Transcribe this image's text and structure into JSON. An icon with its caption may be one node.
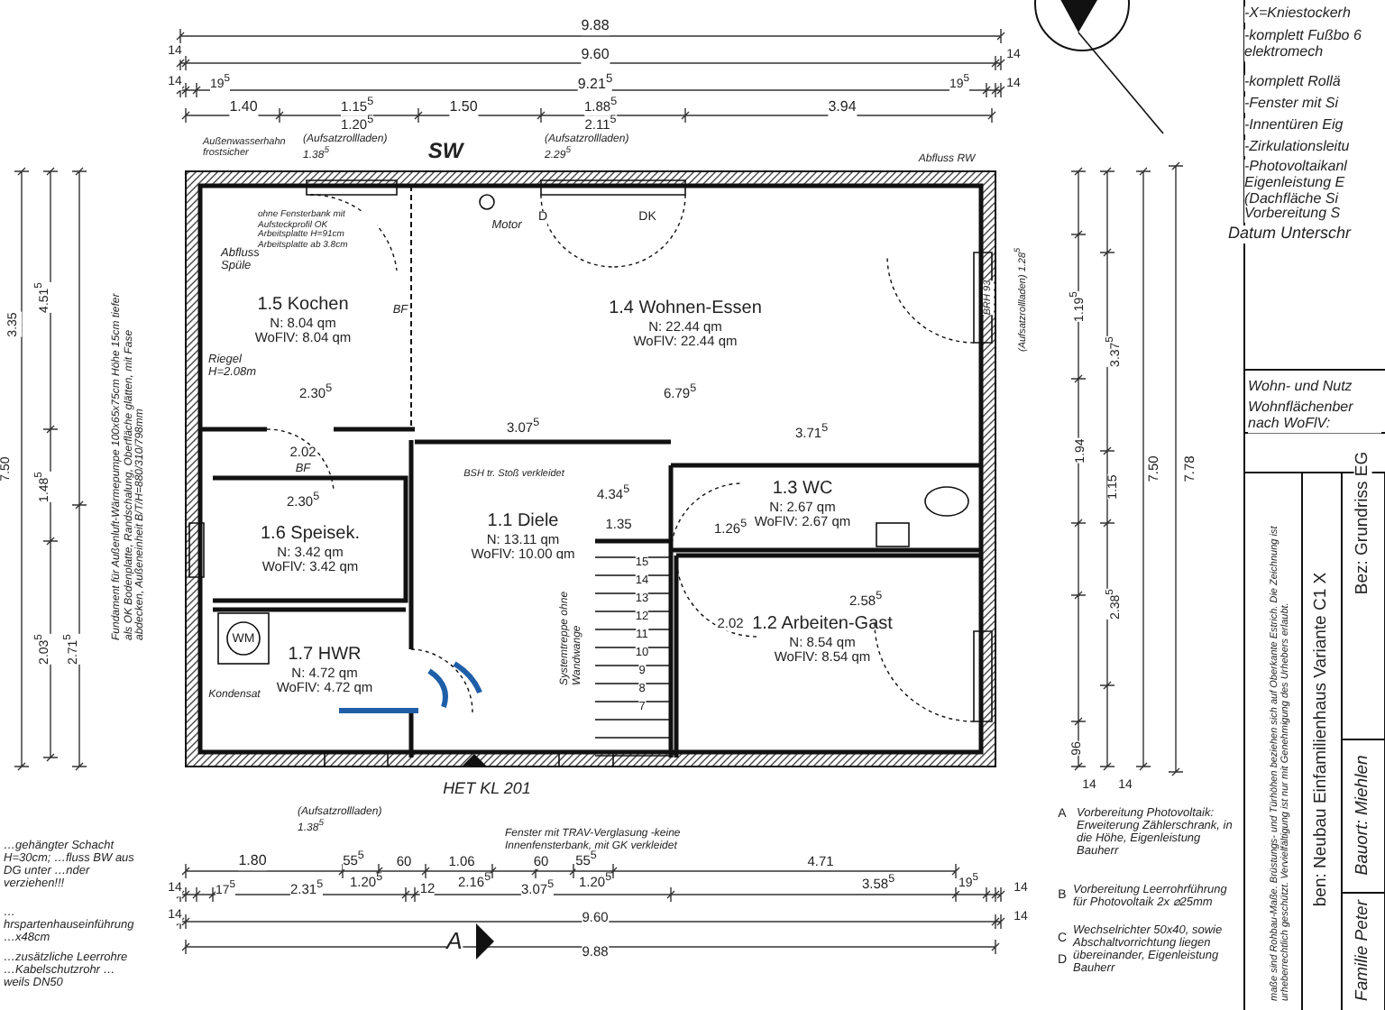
{
  "diagram": {
    "nodes": [
      {
        "text": [
          "1.5 Kochen",
          "N: 8.04 qm",
          "WoFlV: 8.04 qm"
        ]
      },
      {
        "text": [
          "1.4 Wohnen-Essen",
          "N: 22.44 qm",
          "WoFlV: 22.44 qm"
        ]
      },
      {
        "text": [
          "1.6 Speisek.",
          "N: 3.42 qm",
          "WoFlV: 3.42 qm"
        ]
      },
      {
        "text": [
          "1.1 Diele",
          "N: 13.11 qm",
          "WoFlV: 10.00 qm"
        ]
      },
      {
        "text": [
          "1.3 WC",
          "N: 2.67 qm",
          "WoFlV: 2.67 qm"
        ]
      },
      {
        "text": [
          "1.7 HWR",
          "N: 4.72 qm",
          "WoFlV: 4.72 qm"
        ]
      },
      {
        "text": [
          "1.2 Arbeiten-Gast",
          "N: 8.54 qm",
          "WoFlV: 8.54 qm"
        ]
      }
    ],
    "labels": [
      "9.88",
      "14",
      "9.60",
      "14",
      "14",
      "19$^{5}$",
      "9.21$^{5}$",
      "19$^{5}$",
      "14",
      "1.40",
      "1.15$^{5}$",
      "1.20$^{5}$",
      "1.50",
      "1.88$^{5}$",
      "2.11$^{5}$",
      "3.94",
      "Außenwasserhahn frostsicher",
      "(Aufsatzrollladen) 1.38$^{5}$",
      "SW",
      "(Aufsatzrollladen) 2.29$^{5}$",
      "Abfluss RW",
      "Abfluss Spüle",
      "ohne Fensterbank mit Aufsteckprofil OK Arbeitsplatte H=91cm Arbeitsplatte ab 3.8cm",
      "Motor",
      "D",
      "DK",
      "BF",
      "Riegel H=2.08m",
      "BRH 93",
      "(Aufsatzrollladen) 1.28$^{5}$",
      "2.30$^{5}$",
      "6.79$^{5}$",
      "3.07$^{5}$",
      "3.71$^{5}$",
      "2.02",
      "BF",
      "BSH tr. Stoß verkleidet",
      "4.34$^{5}$",
      "2.30$^{5}$",
      "1.35",
      "1.26$^{5}$",
      "2.58$^{5}$",
      "2.02",
      "Systemtreppe ohne Wandwange",
      "HET KL 201",
      "(Aufsatzrollladen) 1.38$^{5}$",
      "Fenster mit TRAV-Verglasung -keine Innenfensterbank, mit GK verkleidet",
      "1.80",
      "55$^{5}$",
      "1.20$^{5}$",
      "60",
      "1.06",
      "2.16$^{5}$",
      "60",
      "55$^{5}$",
      "1.20$^{5}$",
      "4.71",
      "14",
      "17$^{5}$",
      "2.31$^{5}$",
      "12",
      "3.07$^{5}$",
      "3.58$^{5}$",
      "19$^{5}$",
      "14",
      "14",
      "9.60",
      "14",
      "A",
      "9.88",
      "A",
      "Vorbereitung Photovoltaik: Erweiterung Zählerschrank, in die Höhe, Eigenleistung Bauherr",
      "B",
      "Vorbereitung Leerrohrführung für Photovoltaik 2x ⌀25mm",
      "C",
      "D",
      "Wechselrichter 50x40, sowie Abschaltvorrichtung liegen übereinander, Eigenleistung Bauherr",
      "Fundament für Außenluft-Wärmepumpe 100x65x75cm Höhe 15cm tiefer als OK Bodenplatte, Randschalung, Oberfläche glätten, mit Fase abdecken, Außeneinheit B/T/H=880/310/798mm",
      "…gehängter Schacht H=30cm; …fluss BW aus DG unter …nder verziehen!!!",
      "…hrspartenhauseinführung …x48cm",
      "…zusätzliche Leerrohre …Kabelschutzrohr …weils DN50",
      "-X=Kniestockerh",
      "-komplett Fußbo 6 elektromech",
      "-komplett Rollä",
      "-Fenster mit Si",
      "-Innentüren Eig",
      "-Zirkulationsleitu",
      "-Photovoltaikanl Eigenleistung E (Dachfläche Si Vorbereitung S",
      "Datum Unterschr",
      "Wohn- und Nutz",
      "Wohnflächenber nach WoFlV:",
      "Bez: Grundriss EG",
      "Bauort: Miehlen",
      "maße sind Rohbau-Maße. Brüstungs- und Türhöhen beziehen sich auf Oberkante Estrich. Die Zeichnung ist urheberrechtlich geschützt. Vervielfältigung ist nur mit Genehmigung des Urhebers erlaubt.",
      "ben: Neubau Einfamilienhaus Variante C1 X",
      "Familie Peter",
      "7.50",
      "7.78",
      "1.19$^{5}$",
      "3.37$^{5}$",
      "1.94",
      "1.15",
      "2.38$^{5}$",
      "96",
      "14",
      "14",
      "3.35",
      "4.51$^{5}$",
      "7.50",
      "1.48$^{5}$",
      "2.03$^{5}$",
      "2.71$^{5}$",
      "15",
      "14",
      "13",
      "12",
      "11",
      "10",
      "9",
      "8",
      "7",
      "WM",
      "Kondensat"
    ]
  }
}
